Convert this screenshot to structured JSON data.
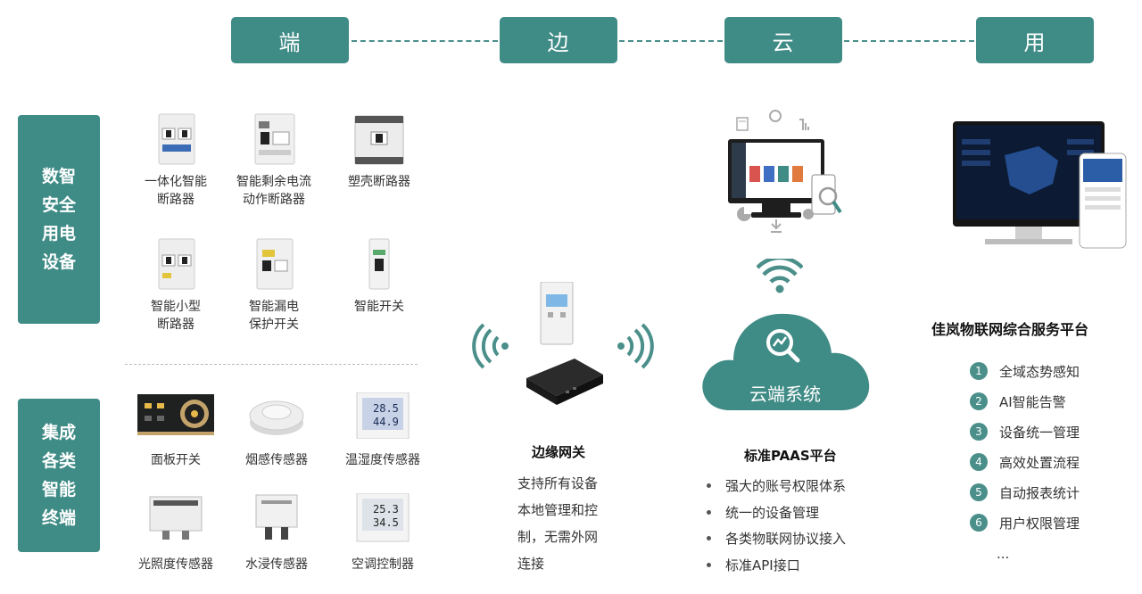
{
  "stages": [
    "端",
    "边",
    "云",
    "用"
  ],
  "categories": [
    {
      "lines": [
        "数智",
        "安全",
        "用电",
        "设备"
      ]
    },
    {
      "lines": [
        "集成",
        "各类",
        "智能",
        "终端"
      ]
    }
  ],
  "devices_power": [
    {
      "line1": "一体化智能",
      "line2": "断路器"
    },
    {
      "line1": "智能剩余电流",
      "line2": "动作断路器"
    },
    {
      "line1": "塑壳断路器",
      "line2": ""
    },
    {
      "line1": "智能小型",
      "line2": "断路器"
    },
    {
      "line1": "智能漏电",
      "line2": "保护开关"
    },
    {
      "line1": "智能开关",
      "line2": ""
    }
  ],
  "devices_terminal": [
    {
      "label": "面板开关"
    },
    {
      "label": "烟感传感器"
    },
    {
      "label": "温湿度传感器",
      "reading1": "28.5",
      "reading2": "44.9"
    },
    {
      "label": "光照度传感器"
    },
    {
      "label": "水浸传感器"
    },
    {
      "label": "空调控制器",
      "reading1": "25.3",
      "reading2": "34.5"
    }
  ],
  "edge": {
    "title": "边缘网关",
    "lines": [
      "支持所有设备",
      "本地管理和控",
      "制，无需外网",
      "连接"
    ]
  },
  "cloud": {
    "bubble_label": "云端系统",
    "title": "标准PAAS平台",
    "bullets": [
      "强大的账号权限体系",
      "统一的设备管理",
      "各类物联网协议接入",
      "标准API接口"
    ]
  },
  "app": {
    "title": "佳岚物联网综合服务平台",
    "features": [
      {
        "num": "1",
        "text": "全域态势感知"
      },
      {
        "num": "2",
        "text": "AI智能告警"
      },
      {
        "num": "3",
        "text": "设备统一管理"
      },
      {
        "num": "4",
        "text": "高效处置流程"
      },
      {
        "num": "5",
        "text": "自动报表统计"
      },
      {
        "num": "6",
        "text": "用户权限管理"
      }
    ],
    "ellipsis": "..."
  },
  "colors": {
    "accent": "#3f8b86",
    "accent_light": "#4b8f8a"
  }
}
